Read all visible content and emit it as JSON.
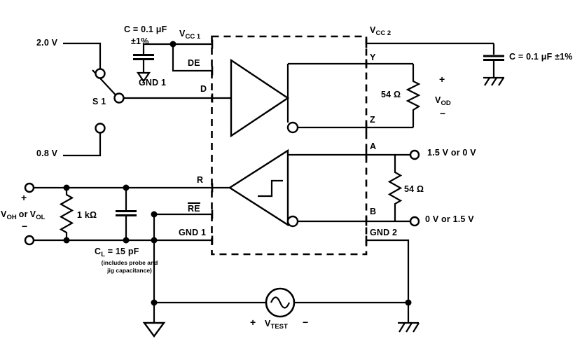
{
  "inputs": {
    "v_high": "2.0 V",
    "v_low": "0.8 V",
    "switch_label": "S 1"
  },
  "supply1": {
    "cap_value": "C = 0.1 μF",
    "cap_tol": "±1%",
    "gnd_label": "GND 1"
  },
  "supply2": {
    "cap_value": "C = 0.1 μF ±1%"
  },
  "device_pins": {
    "vcc1": {
      "main": "V",
      "sub": "CC 1"
    },
    "de": "DE",
    "d": "D",
    "r": "R",
    "re": "RE",
    "gnd1": "GND 1",
    "vcc2": {
      "main": "V",
      "sub": "CC 2"
    },
    "y": "Y",
    "z": "Z",
    "a": "A",
    "b": "B",
    "gnd2": "GND 2"
  },
  "driver_load": {
    "resistor": "54 Ω",
    "vod": {
      "plus": "+",
      "main": "V",
      "sub": "OD",
      "minus": "−"
    }
  },
  "receiver_bus": {
    "a_voltage": "1.5 V or 0 V",
    "resistor": "54 Ω",
    "b_voltage": "0 V or 1.5 V"
  },
  "output_measure": {
    "plus": "+",
    "v1": "V",
    "s1": "OH",
    "or_word": "or",
    "v2": "V",
    "s2": "OL",
    "minus": "−",
    "r_load": "1 kΩ",
    "cl": {
      "main": "C",
      "sub": "L",
      "rest": "= 15 pF"
    },
    "note1": "(includes probe and",
    "note2": "jig capacitance)"
  },
  "source": {
    "plus": "+",
    "main": "V",
    "sub": "TEST",
    "minus": "−"
  },
  "colors": {
    "line": "#000000",
    "background": "#ffffff"
  }
}
